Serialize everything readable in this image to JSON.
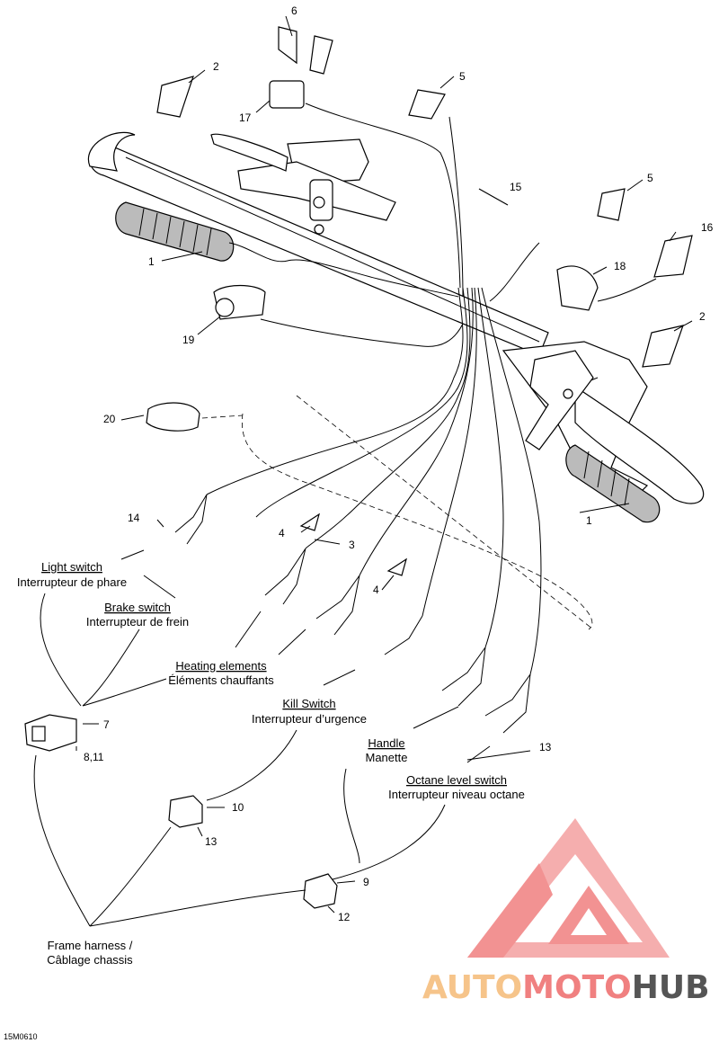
{
  "callouts": {
    "c6": "6",
    "c2a": "2",
    "c5a": "5",
    "c17": "17",
    "c15": "15",
    "c5b": "5",
    "c16": "16",
    "c1a": "1",
    "c18": "18",
    "c19": "19",
    "c2b": "2",
    "c20": "20",
    "c14": "14",
    "c4a": "4",
    "c3": "3",
    "c4b": "4",
    "c1b": "1",
    "c7": "7",
    "c811": "8,11",
    "c13a": "13",
    "c10": "10",
    "c13b": "13",
    "c9": "9",
    "c12": "12"
  },
  "labels": {
    "light_switch_en": "Light switch",
    "light_switch_fr": "Interrupteur de phare",
    "brake_switch_en": "Brake switch",
    "brake_switch_fr": "Interrupteur de frein",
    "heating_en": "Heating elements",
    "heating_fr": "Éléments chauffants",
    "kill_en": "Kill Switch",
    "kill_fr": "Interrupteur d’urgence",
    "handle_en": "Handle",
    "handle_fr": "Manette",
    "octane_en": "Octane level switch",
    "octane_fr": "Interrupteur niveau octane",
    "frame_en": "Frame harness /",
    "frame_fr": "Câblage chassis"
  },
  "watermark": {
    "part1": "AUTO",
    "part2": "MOTO",
    "part3": "HUB",
    "color_light": "#f6c48a",
    "color_red": "#f08080",
    "color_gray": "#555555"
  },
  "drawing_code": "15M0610"
}
